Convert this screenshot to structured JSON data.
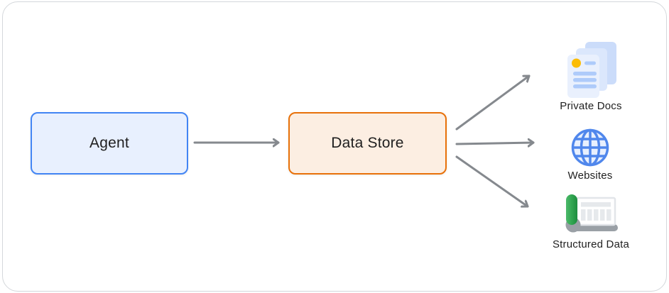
{
  "diagram": {
    "nodes": [
      {
        "id": "agent",
        "label": "Agent"
      },
      {
        "id": "data_store",
        "label": "Data Store"
      }
    ],
    "targets": [
      {
        "id": "private_docs",
        "label": "Private Docs",
        "icon": "documents-icon"
      },
      {
        "id": "websites",
        "label": "Websites",
        "icon": "globe-icon"
      },
      {
        "id": "structured_data",
        "label": "Structured Data",
        "icon": "spreadsheet-icon"
      }
    ],
    "colors": {
      "frame_border": "#D4D7DB",
      "text": "#1F1F1F",
      "arrow": "#85898E",
      "node_agent_border": "#4285F4",
      "node_agent_fill": "#E8F0FE",
      "node_datastore_border": "#E8710A",
      "node_datastore_fill": "#FCEEE2",
      "doc_back": "#CBDCFA",
      "doc_mid": "#DBE7FC",
      "doc_front": "#E9F0FD",
      "doc_line": "#AECBFA",
      "doc_dot": "#FBBC04",
      "globe_stroke": "#5087EC",
      "globe_fill": "#E8F0FE",
      "green_light": "#4CB96B",
      "green": "#34A853",
      "green_dark": "#1C8C3E",
      "curl_gray": "#9AA0A6",
      "sheet_border": "#E2E5E9",
      "sheet_cell": "#E6E9EC"
    }
  }
}
